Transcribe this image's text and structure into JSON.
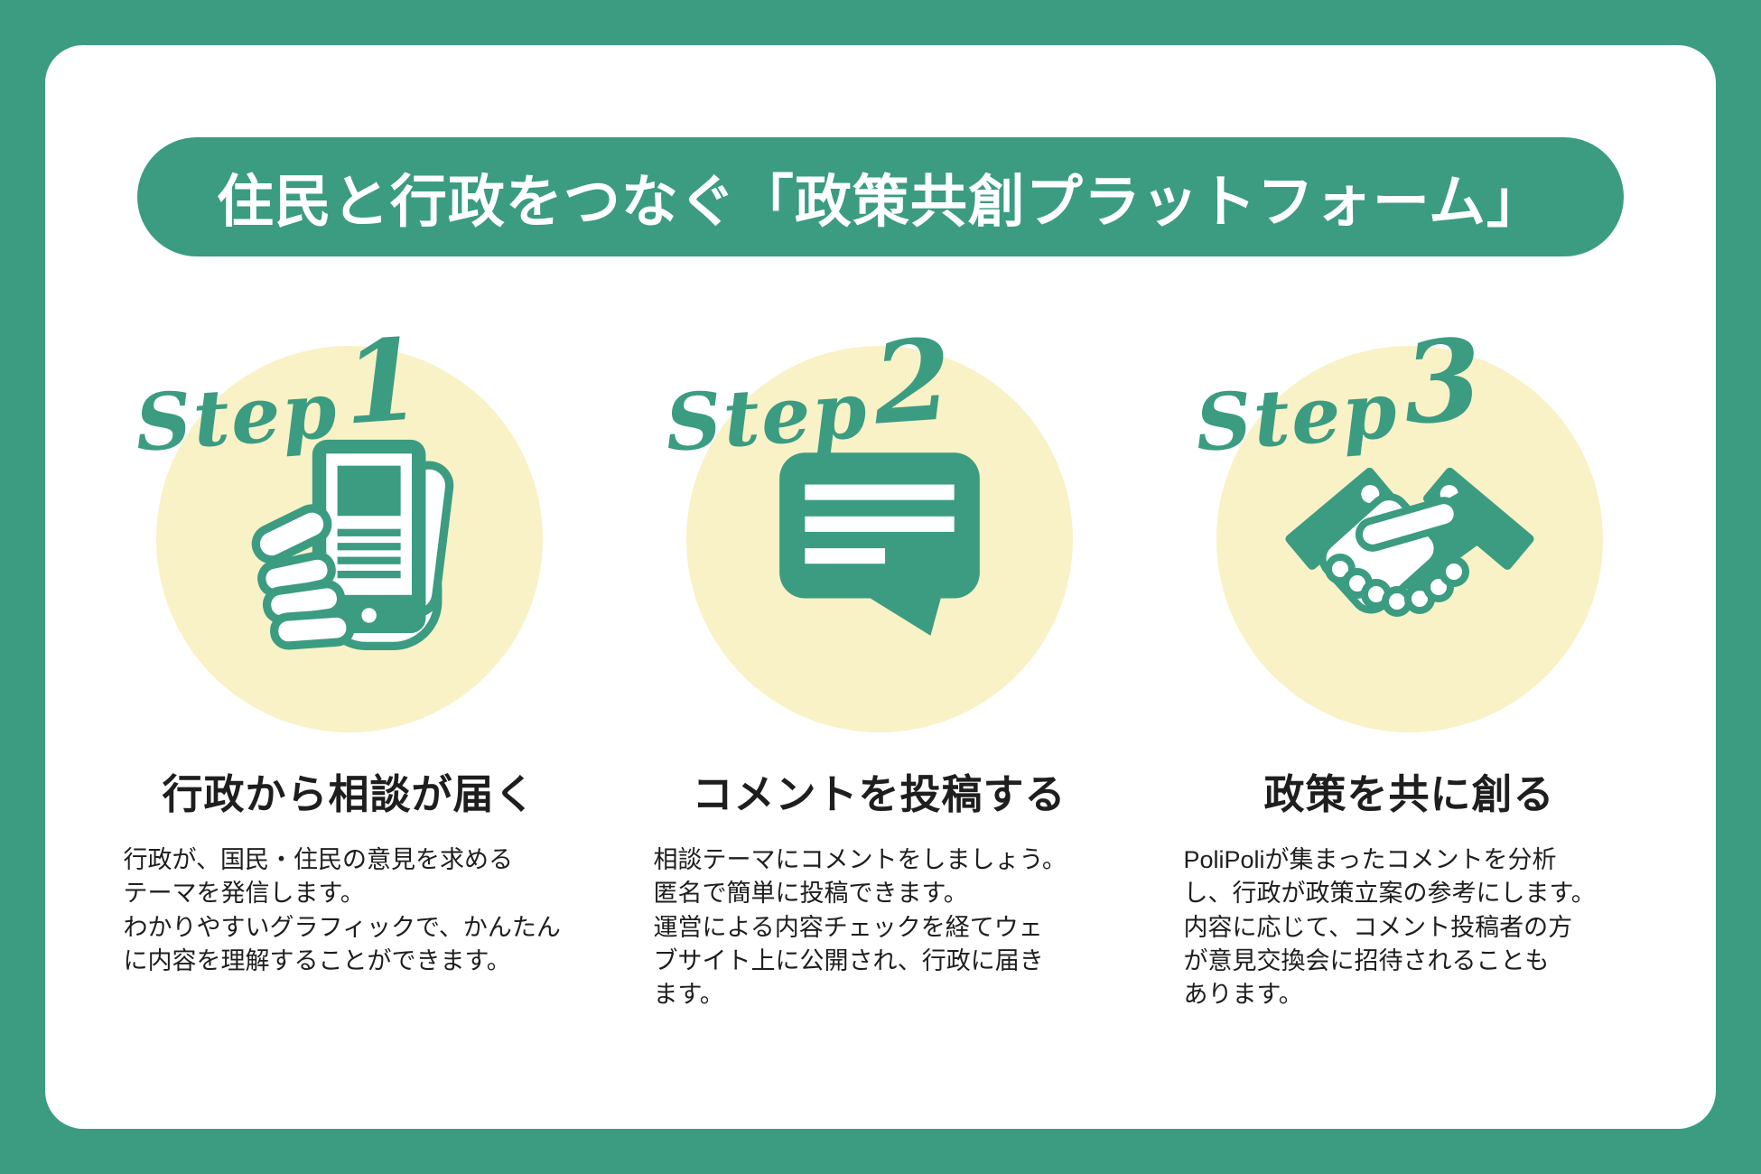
{
  "colors": {
    "teal": "#3B9C82",
    "circle_yellow": "#F9F2C6",
    "text": "#1E1E1E",
    "card": "#FFFFFF"
  },
  "header": {
    "title": "住民と行政をつなぐ「政策共創プラットフォーム」"
  },
  "steps": [
    {
      "label_word": "Step",
      "label_number": "1",
      "icon": "smartphone-in-hand-icon",
      "title": "行政から相談が届く",
      "body": "行政が、国民・住民の意見を求める\nテーマを発信します。\nわかりやすいグラフィックで、かんたん\nに内容を理解することができます。"
    },
    {
      "label_word": "Step",
      "label_number": "2",
      "icon": "speech-bubble-icon",
      "title": "コメントを投稿する",
      "body": "相談テーマにコメントをしましょう。\n匿名で簡単に投稿できます。\n運営による内容チェックを経てウェ\nブサイト上に公開され、行政に届き\nます。"
    },
    {
      "label_word": "Step",
      "label_number": "3",
      "icon": "handshake-icon",
      "title": "政策を共に創る",
      "body": "PoliPoliが集まったコメントを分析\nし、行政が政策立案の参考にします。\n内容に応じて、コメント投稿者の方\nが意見交換会に招待されることも\nあります。"
    }
  ]
}
